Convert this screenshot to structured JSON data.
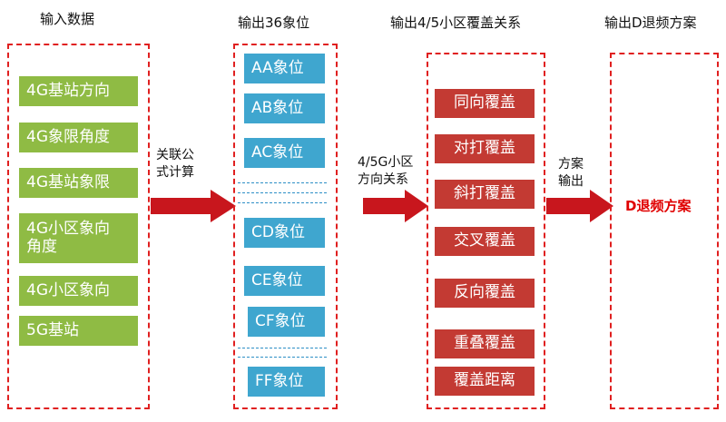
{
  "titles": {
    "input": "输入数据",
    "phases": "输出36象位",
    "coverage": "输出4/5小区覆盖关系",
    "plan": "输出D退频方案"
  },
  "input_items": [
    "4G基站方向",
    "4G象限角度",
    "4G基站象限",
    "4G小区象向",
    "角度",
    "4G小区象向",
    "5G基站"
  ],
  "phase_items": [
    "AA象位",
    "AB象位",
    "AC象位",
    "CD象位",
    "CE象位",
    "CF象位",
    "FF象位"
  ],
  "coverage_items": [
    "同向覆盖",
    "对打覆盖",
    "斜打覆盖",
    "交叉覆盖",
    "反向覆盖",
    "重叠覆盖",
    "覆盖距离"
  ],
  "arrows": {
    "a1_line1": "关联公",
    "a1_line2": "式计算",
    "a2_line1": "4/5G小区",
    "a2_line2": "方向关系",
    "a3_line1": "方案",
    "a3_line2": "输出"
  },
  "result_label": "D退频方案",
  "colors": {
    "input_box": "#8fbb44",
    "phase_box": "#3fa6cf",
    "coverage_box": "#c33a33",
    "dashed_border": "#e02020",
    "arrow": "#c8161d",
    "result_text": "#e00000"
  }
}
